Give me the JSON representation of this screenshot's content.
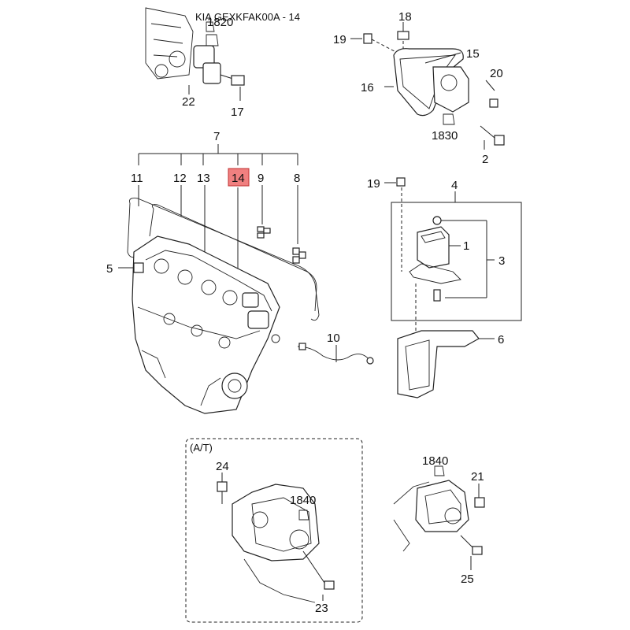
{
  "diagram": {
    "title": "KIA GEXKFAK00A - 14",
    "highlight_color": "#f08080",
    "highlighted_callout": "14",
    "callouts": {
      "c1820": "1820",
      "c22": "22",
      "c17": "17",
      "c18": "18",
      "c19a": "19",
      "c15": "15",
      "c16": "16",
      "c20": "20",
      "c1830": "1830",
      "c2": "2",
      "c7": "7",
      "c11": "11",
      "c12": "12",
      "c13": "13",
      "c14": "14",
      "c9": "9",
      "c8": "8",
      "c5": "5",
      "c10": "10",
      "c19b": "19",
      "c4": "4",
      "c1": "1",
      "c3": "3",
      "c6": "6",
      "at_label": "(A/T)",
      "c24": "24",
      "c1840a": "1840",
      "c23": "23",
      "c1840b": "1840",
      "c21": "21",
      "c25": "25"
    }
  }
}
